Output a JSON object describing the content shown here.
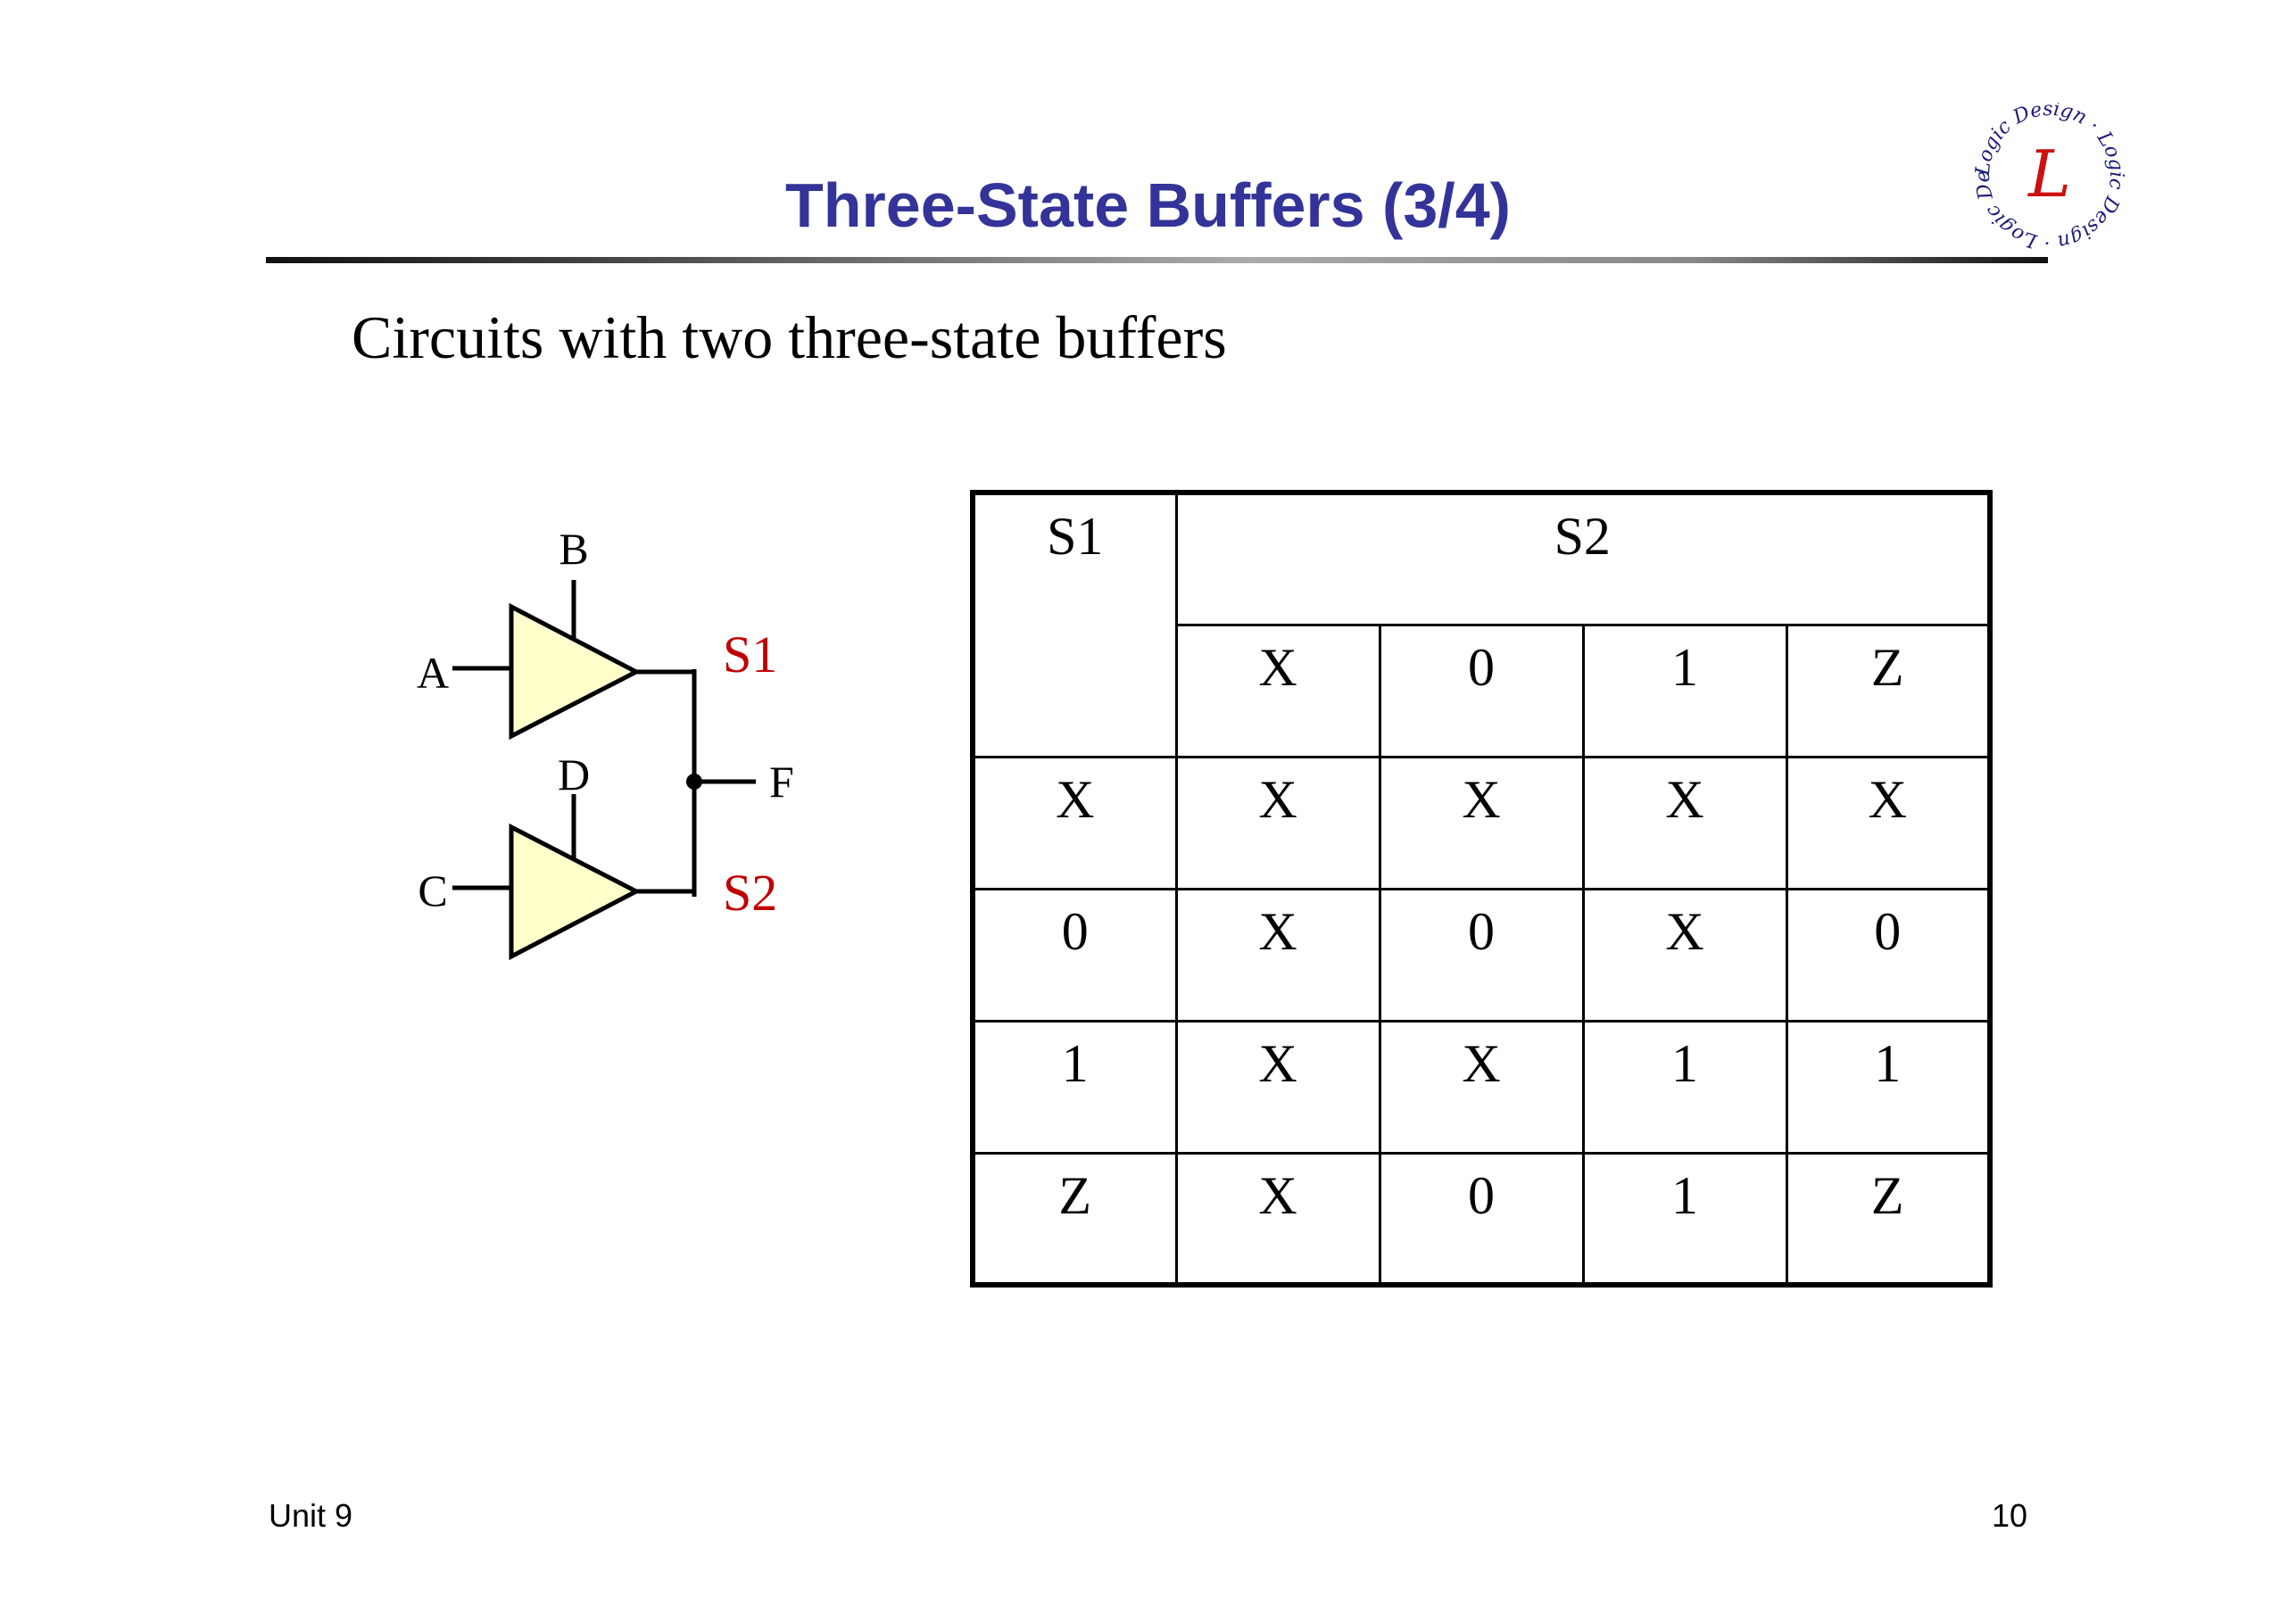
{
  "slide": {
    "title": "Three-State Buffers (3/4)",
    "subtitle": "Circuits with two three-state buffers",
    "footer_left": "Unit 9",
    "page_number": "10",
    "logo_text": "Logic Design",
    "logo_letter": "L"
  },
  "circuit": {
    "inputs": {
      "a": "A",
      "b": "B",
      "c": "C",
      "d": "D"
    },
    "output": "F",
    "s1": "S1",
    "s2": "S2",
    "buffer_fill": "#FFFFCC",
    "label_red": "#C00000"
  },
  "table": {
    "row_header": "S1",
    "col_header": "S2",
    "col_values": [
      "X",
      "0",
      "1",
      "Z"
    ],
    "rows": [
      {
        "s1": "X",
        "cells": [
          "X",
          "X",
          "X",
          "X"
        ]
      },
      {
        "s1": "0",
        "cells": [
          "X",
          "0",
          "X",
          "0"
        ]
      },
      {
        "s1": "1",
        "cells": [
          "X",
          "X",
          "1",
          "1"
        ]
      },
      {
        "s1": "Z",
        "cells": [
          "X",
          "0",
          "1",
          "Z"
        ]
      }
    ]
  },
  "colors": {
    "title": "#333399"
  }
}
